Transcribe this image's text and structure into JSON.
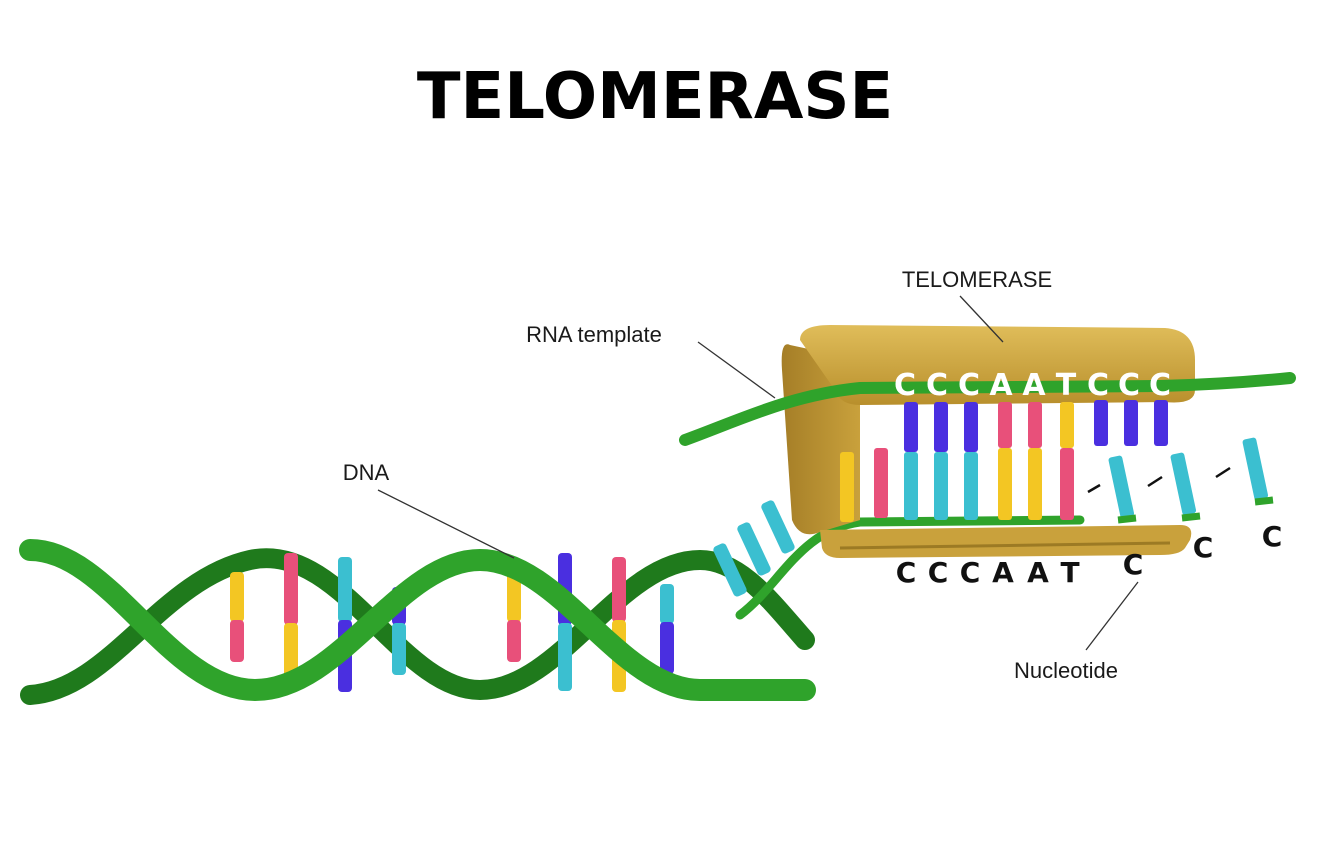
{
  "title": "TELOMERASE",
  "labels": {
    "enzyme": "TELOMERASE",
    "rna_template": "RNA template",
    "dna": "DNA",
    "nucleotide": "Nucleotide"
  },
  "template_sequence": [
    "C",
    "C",
    "C",
    "A",
    "A",
    "T",
    "C",
    "C",
    "C"
  ],
  "synthesized_sequence": [
    "C",
    "C",
    "C",
    "A",
    "A",
    "T"
  ],
  "incoming_nucleotides": [
    "C",
    "C",
    "C"
  ],
  "colors": {
    "backbone": "#2fa32b",
    "backbone_dark": "#1f7a1c",
    "enzyme": "#c9a13c",
    "enzyme_dark": "#9c7a24",
    "base_pink": "#e8507a",
    "base_yellow": "#f3c623",
    "base_cyan": "#3bbfd0",
    "base_blue": "#4a2fe0"
  }
}
